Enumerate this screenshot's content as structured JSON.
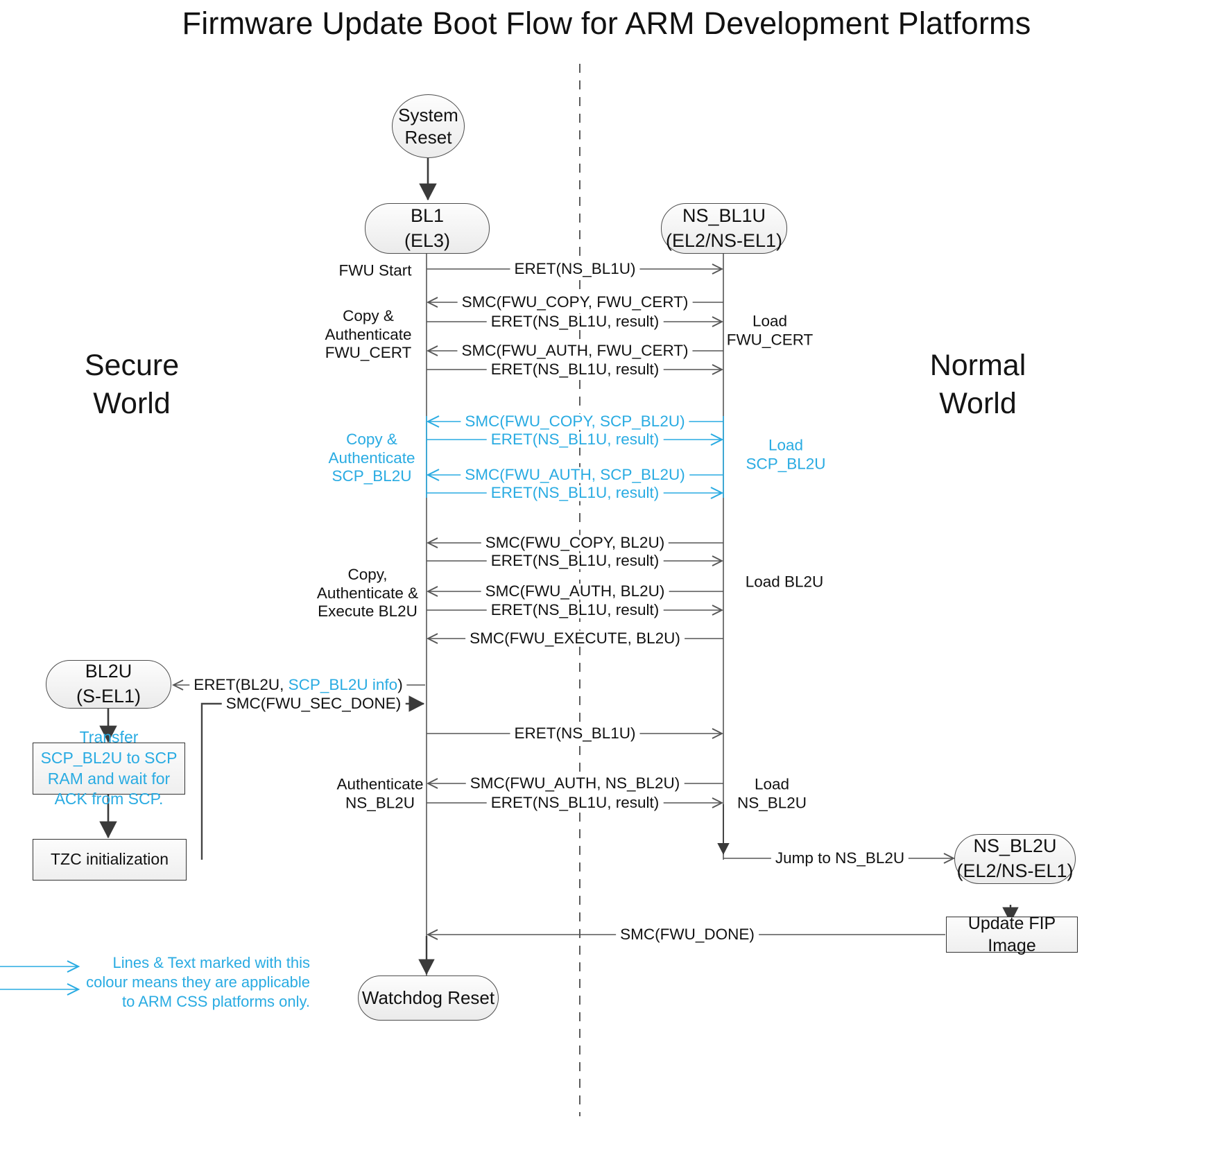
{
  "title": "Firmware Update Boot Flow for ARM Development Platforms",
  "colors": {
    "cyan": "#29ABE2",
    "line": "#444444",
    "text": "#111111",
    "node_fill": "#f2f2f2"
  },
  "worlds": {
    "secure_line1": "Secure",
    "secure_line2": "World",
    "normal_line1": "Normal",
    "normal_line2": "World"
  },
  "nodes": {
    "system_reset": {
      "line1": "System",
      "line2": "Reset"
    },
    "bl1": {
      "line1": "BL1",
      "line2": "(EL3)"
    },
    "ns_bl1u": {
      "line1": "NS_BL1U",
      "line2": "(EL2/NS-EL1)"
    },
    "bl2u": {
      "line1": "BL2U",
      "line2": "(S-EL1)"
    },
    "ns_bl2u": {
      "line1": "NS_BL2U",
      "line2": "(EL2/NS-EL1)"
    },
    "transfer_box": "Transfer SCP_BL2U to SCP RAM and wait for ACK from SCP.",
    "tzc_box": "TZC initialization",
    "update_fip_box": "Update FIP Image",
    "watchdog_reset": "Watchdog Reset"
  },
  "messages": {
    "m01": "ERET(NS_BL1U)",
    "m02": "SMC(FWU_COPY, FWU_CERT)",
    "m03": "ERET(NS_BL1U, result)",
    "m04": "SMC(FWU_AUTH, FWU_CERT)",
    "m05": "ERET(NS_BL1U, result)",
    "m06": "SMC(FWU_COPY, SCP_BL2U)",
    "m07": "ERET(NS_BL1U, result)",
    "m08": "SMC(FWU_AUTH, SCP_BL2U)",
    "m09": "ERET(NS_BL1U, result)",
    "m10": "SMC(FWU_COPY, BL2U)",
    "m11": "ERET(NS_BL1U, result)",
    "m12": "SMC(FWU_AUTH, BL2U)",
    "m13": "ERET(NS_BL1U, result)",
    "m14": "SMC(FWU_EXECUTE, BL2U)",
    "m15_a": "ERET(BL2U, ",
    "m15_b": "SCP_BL2U info",
    "m15_c": ")",
    "m16": "SMC(FWU_SEC_DONE)",
    "m17": "ERET(NS_BL1U)",
    "m18": "SMC(FWU_AUTH, NS_BL2U)",
    "m19": "ERET(NS_BL1U, result)",
    "m20": "Jump to NS_BL2U",
    "m21": "SMC(FWU_DONE)"
  },
  "annotations": {
    "fwu_start": "FWU Start",
    "copy_auth_cert_l1": "Copy &",
    "copy_auth_cert_l2": "Authenticate",
    "copy_auth_cert_l3": "FWU_CERT",
    "load_cert_l1": "Load",
    "load_cert_l2": "FWU_CERT",
    "copy_auth_scp_l1": "Copy &",
    "copy_auth_scp_l2": "Authenticate",
    "copy_auth_scp_l3": "SCP_BL2U",
    "load_scp_l1": "Load",
    "load_scp_l2": "SCP_BL2U",
    "copy_auth_exec_l1": "Copy,",
    "copy_auth_exec_l2": "Authenticate &",
    "copy_auth_exec_l3": "Execute BL2U",
    "load_bl2u": "Load BL2U",
    "auth_nsbl2u_l1": "Authenticate",
    "auth_nsbl2u_l2": "NS_BL2U",
    "load_nsbl2u_l1": "Load",
    "load_nsbl2u_l2": "NS_BL2U"
  },
  "legend": {
    "line1": "Lines & Text marked with this",
    "line2": "colour means they are applicable",
    "line3": "to ARM CSS platforms only."
  }
}
